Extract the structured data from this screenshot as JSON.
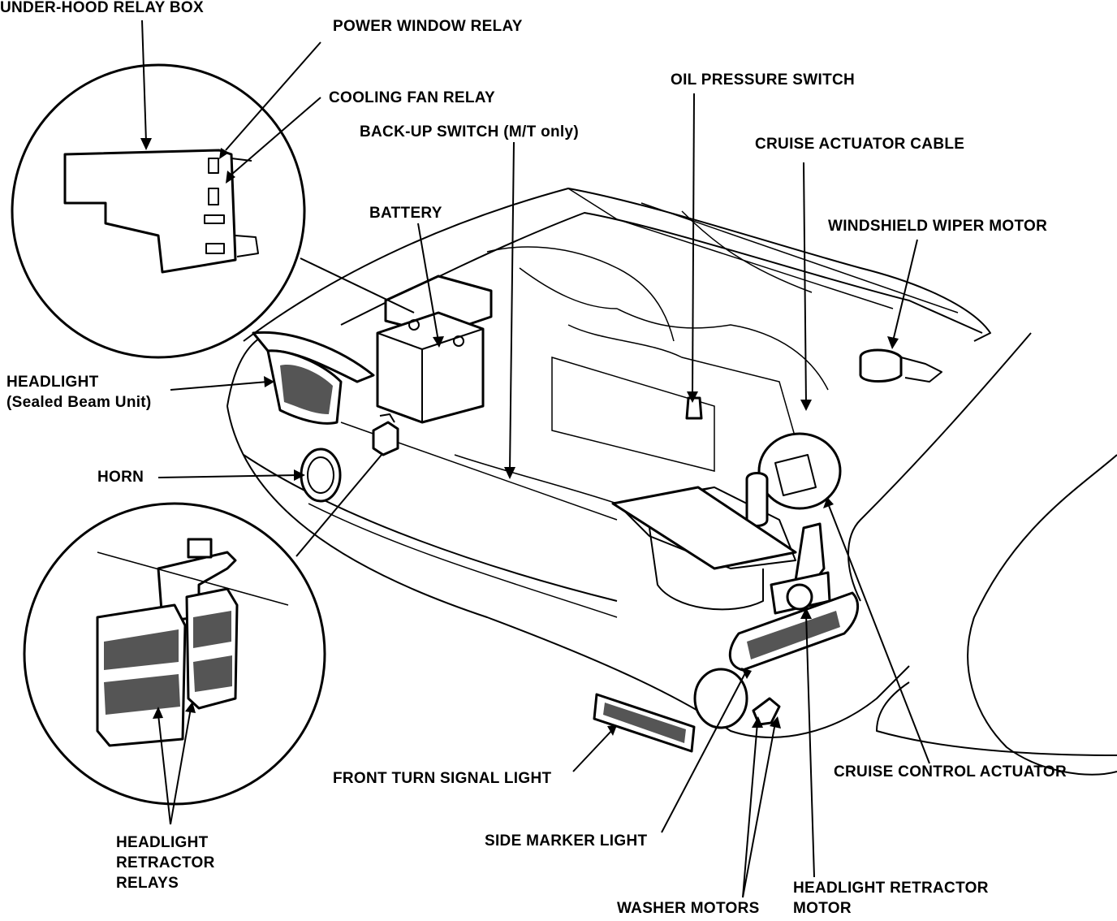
{
  "labels": {
    "under_hood_relay_box": "UNDER-HOOD RELAY BOX",
    "power_window_relay": "POWER WINDOW RELAY",
    "cooling_fan_relay": "COOLING FAN RELAY",
    "back_up_switch": "BACK-UP SWITCH (M/T only)",
    "oil_pressure_switch": "OIL PRESSURE SWITCH",
    "cruise_actuator_cable": "CRUISE ACTUATOR CABLE",
    "battery": "BATTERY",
    "windshield_wiper_motor": "WINDSHIELD WIPER MOTOR",
    "headlight_line1": "HEADLIGHT",
    "headlight_line2": "(Sealed Beam Unit)",
    "horn": "HORN",
    "front_turn_signal_light": "FRONT TURN SIGNAL LIGHT",
    "cruise_control_actuator": "CRUISE CONTROL ACTUATOR",
    "side_marker_light": "SIDE MARKER LIGHT",
    "headlight_retractor_relays_line1": "HEADLIGHT",
    "headlight_retractor_relays_line2": "RETRACTOR",
    "headlight_retractor_relays_line3": "RELAYS",
    "washer_motors": "WASHER MOTORS",
    "headlight_retractor_motor_line1": "HEADLIGHT RETRACTOR",
    "headlight_retractor_motor_line2": "MOTOR"
  },
  "colors": {
    "ink": "#000000",
    "paper": "#ffffff"
  }
}
